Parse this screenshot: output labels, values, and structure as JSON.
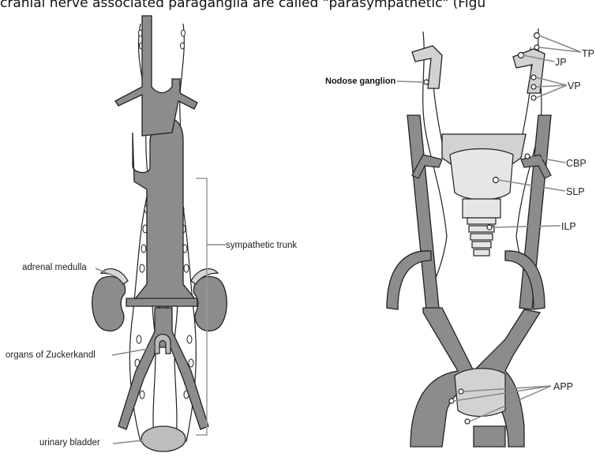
{
  "caption": "cranial nerve associated paraganglia are called \"parasympathetic\" (Figu",
  "left_figure": {
    "labels": {
      "sympathetic_trunk": "sympathetic trunk",
      "adrenal_medulla": "adrenal medulla",
      "organs_of_zuckerkandl": "organs of Zuckerkandl",
      "urinary_bladder": "urinary bladder"
    }
  },
  "right_figure": {
    "labels": {
      "nodose_ganglion": "Nodose ganglion",
      "tp": "TP",
      "jp": "JP",
      "vp": "VP",
      "cbp": "CBP",
      "slp": "SLP",
      "ilp": "ILP",
      "app": "APP"
    }
  },
  "colors": {
    "vessel": "#8c8c8c",
    "vessel_light": "#cfcfcf",
    "outline": "#222222",
    "leader": "#888888"
  }
}
